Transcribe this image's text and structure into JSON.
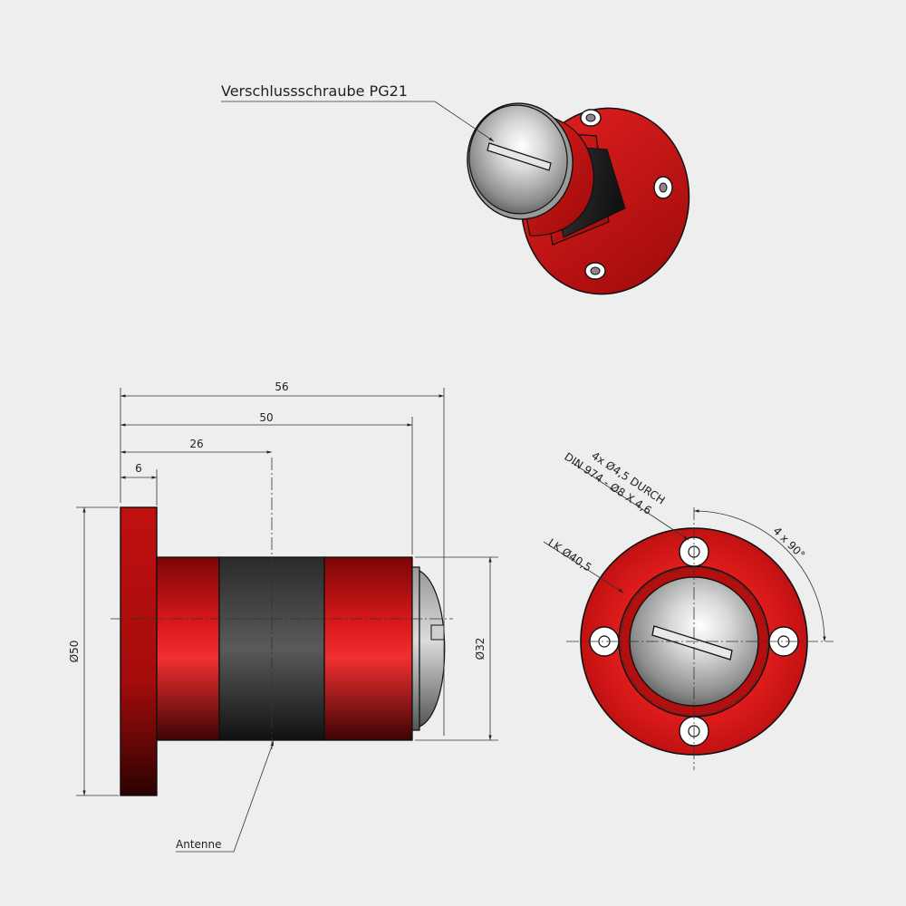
{
  "callouts": {
    "screw": "Verschlussschraube PG21",
    "antenna": "Antenne",
    "holes_line1": "4x Ø4,5 DURCH",
    "holes_line2": "DIN 974 - Ø8 X 4,6",
    "bolt_circle": "LK Ø40,5",
    "angle": "4 x 90°"
  },
  "dimensions": {
    "total_length": "56",
    "body_length": "50",
    "antenna_position": "26",
    "flange_thickness": "6",
    "flange_diameter": "Ø50",
    "body_diameter": "Ø32"
  },
  "colors": {
    "background": "#eeeeee",
    "housing_red": "#d81a1a",
    "antenna_black": "#222222",
    "screw_grey": "#bdbdbd",
    "line": "#222222"
  }
}
